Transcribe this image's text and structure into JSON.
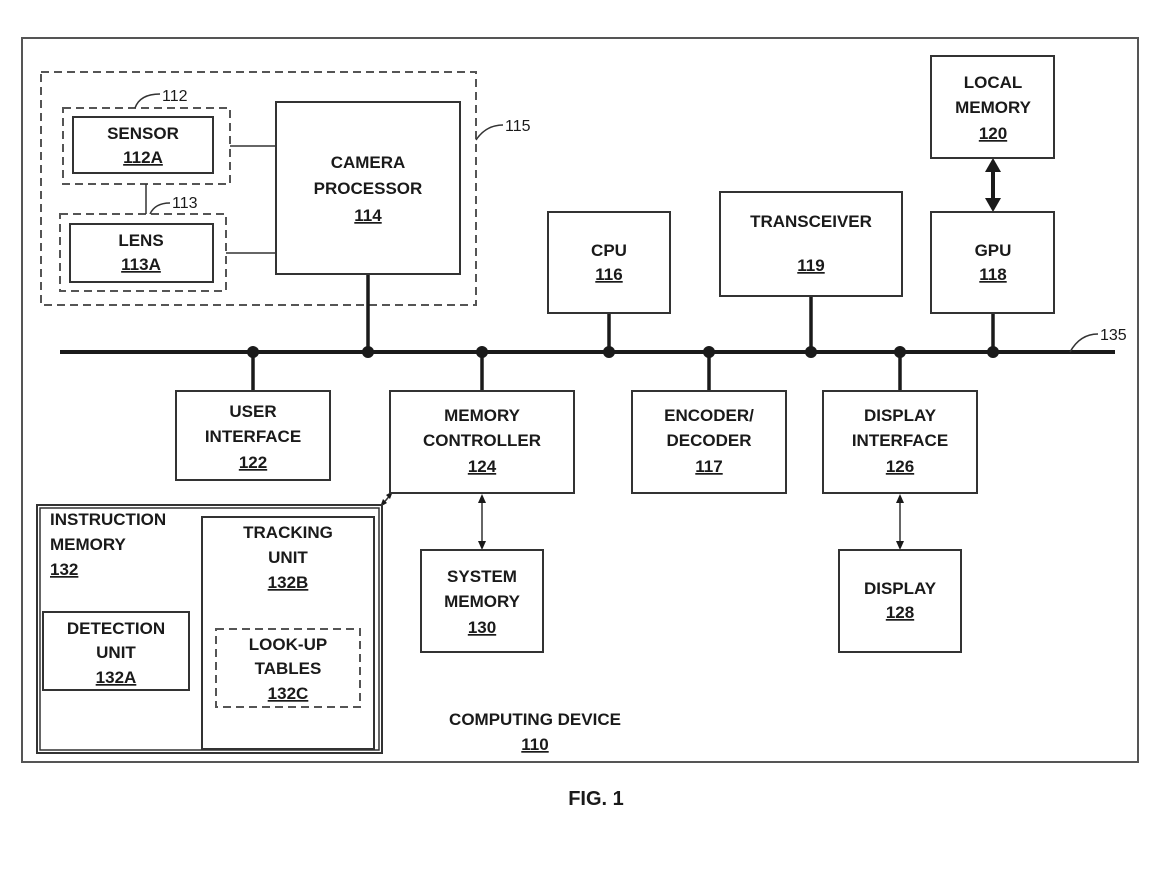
{
  "labels": {
    "sensor": [
      "SENSOR"
    ],
    "sensor_num": "112A",
    "lens": [
      "LENS"
    ],
    "lens_num": "113A",
    "camera": [
      "CAMERA",
      "PROCESSOR"
    ],
    "camera_num": "114",
    "cpu": [
      "CPU"
    ],
    "cpu_num": "116",
    "transceiver": [
      "TRANSCEIVER"
    ],
    "transceiver_num": "119",
    "local_memory": [
      "LOCAL",
      "MEMORY"
    ],
    "local_memory_num": "120",
    "gpu": [
      "GPU"
    ],
    "gpu_num": "118",
    "user_interface": [
      "USER",
      "INTERFACE"
    ],
    "user_interface_num": "122",
    "memory_controller": [
      "MEMORY",
      "CONTROLLER"
    ],
    "memory_controller_num": "124",
    "codec": [
      "ENCODER/",
      "DECODER"
    ],
    "codec_num": "117",
    "display_interface": [
      "DISPLAY",
      "INTERFACE"
    ],
    "display_interface_num": "126",
    "instruction_memory": [
      "INSTRUCTION",
      "MEMORY"
    ],
    "instruction_memory_num": "132",
    "detection": [
      "DETECTION",
      "UNIT"
    ],
    "detection_num": "132A",
    "tracking": [
      "TRACKING",
      "UNIT"
    ],
    "tracking_num": "132B",
    "lookup": [
      "LOOK-UP",
      "TABLES"
    ],
    "lookup_num": "132C",
    "system_memory": [
      "SYSTEM",
      "MEMORY"
    ],
    "system_memory_num": "130",
    "display": [
      "DISPLAY"
    ],
    "display_num": "128",
    "computing_device": [
      "COMPUTING DEVICE"
    ],
    "computing_device_num": "110"
  },
  "refs": {
    "sensor_group": "112",
    "lens_group": "113",
    "camera_group": "115",
    "bus": "135"
  },
  "figure_caption": "FIG. 1"
}
